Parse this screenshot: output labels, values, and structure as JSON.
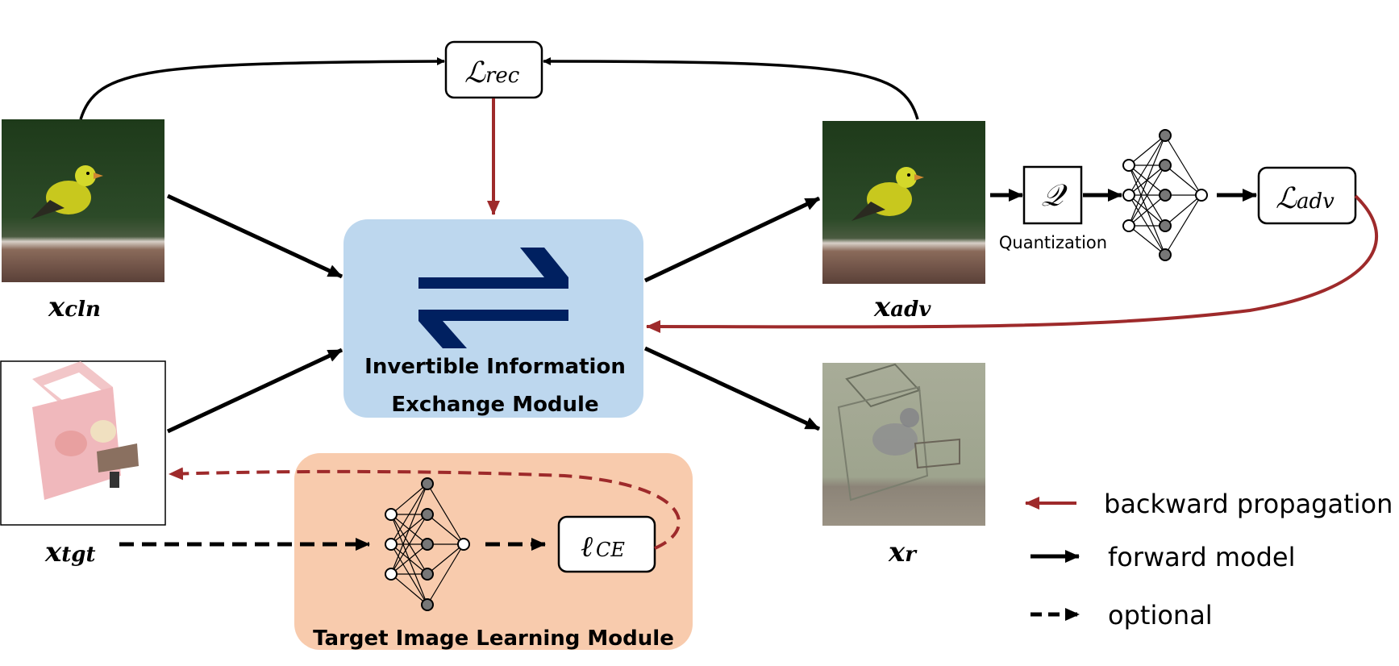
{
  "modules": {
    "exchange_line1": "Invertible Information",
    "exchange_line2": "Exchange Module",
    "target": "Target Image Learning Module"
  },
  "images": {
    "clean": "x",
    "clean_sub": "cln",
    "adversarial": "x",
    "adversarial_sub": "adv",
    "target": "x",
    "target_sub": "tgt",
    "recovered": "x",
    "recovered_sub": "r"
  },
  "losses": {
    "rec": "ℒ",
    "rec_sub": "rec",
    "adv": "ℒ",
    "adv_sub": "adv",
    "ce": "ℓ",
    "ce_sub": "CE"
  },
  "quantization": {
    "symbol": "𝒬",
    "label": "Quantization"
  },
  "legend": {
    "backward": "backward propagation",
    "forward": "forward model",
    "optional": "optional"
  },
  "colors": {
    "exchange_fill": "#bdd7ee",
    "target_fill": "#f8cbad",
    "backward_arrow": "#9e2a2b",
    "forward_arrow": "#000000",
    "exchange_symbol": "#002060"
  }
}
